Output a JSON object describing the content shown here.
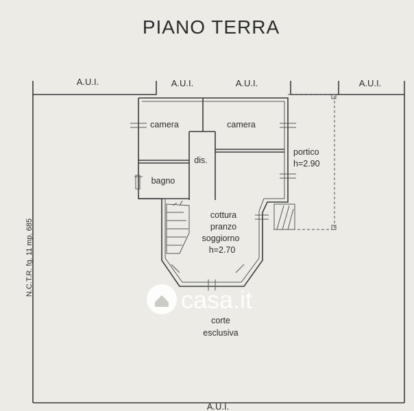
{
  "title": "PIANO TERRA",
  "aui_labels": [
    "A.U.I.",
    "A.U.I.",
    "A.U.I.",
    "A.U.I.",
    "A.U.I."
  ],
  "side_label": "N.C.T.R. fg. 11 mp. 685",
  "rooms": {
    "camera_left": "camera",
    "camera_right": "camera",
    "dis": "dis.",
    "bagno": "bagno",
    "portico": "portico",
    "portico_h": "h=2.90",
    "cucina": "cottura",
    "pranzo": "pranzo",
    "soggiorno": "soggiorno",
    "soggiorno_h": "h=2.70",
    "corte": "corte",
    "esclusiva": "esclusiva"
  },
  "watermark": "casa.it",
  "colors": {
    "paper": "#ecebe6",
    "ink": "#2b2b2b",
    "watermark": "#ffffff"
  }
}
